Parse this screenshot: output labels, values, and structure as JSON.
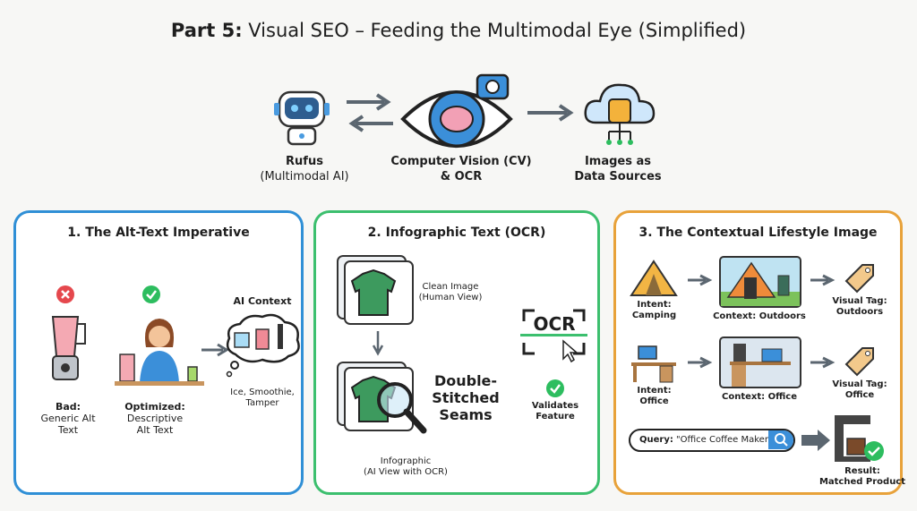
{
  "title": {
    "bold": "Part 5:",
    "rest": " Visual SEO – Feeding the Multimodal Eye (Simplified)"
  },
  "top": {
    "rufus": {
      "name": "Rufus",
      "sub": "(Multimodal AI)"
    },
    "cv": {
      "line1": "Computer Vision (CV)",
      "line2": "& OCR"
    },
    "data": {
      "line1": "Images as",
      "line2": "Data Sources"
    }
  },
  "panel1": {
    "title": "1. The Alt-Text Imperative",
    "bad": [
      "Bad:",
      "Generic Alt",
      "Text"
    ],
    "good": [
      "Optimized:",
      "Descriptive",
      "Alt Text"
    ],
    "context_title": "AI Context",
    "context": [
      "Ice, Smoothie,",
      "Tamper"
    ],
    "color": "#2f8fd6"
  },
  "panel2": {
    "title": "2. Infographic Text (OCR)",
    "clean": [
      "Clean Image",
      "(Human View)"
    ],
    "callout": [
      "Double-",
      "Stitched",
      "Seams"
    ],
    "ocr": "OCR",
    "validates": [
      "Validates",
      "Feature"
    ],
    "infographic": [
      "Infographic",
      "(AI View with OCR)"
    ],
    "color": "#3cbf6e"
  },
  "panel3": {
    "title": "3. The Contextual Lifestyle Image",
    "rows": [
      {
        "intent": [
          "Intent:",
          "Camping"
        ],
        "context": "Context: Outdoors",
        "tag": [
          "Visual Tag:",
          "Outdoors"
        ]
      },
      {
        "intent": [
          "Intent:",
          "Office"
        ],
        "context": "Context: Office",
        "tag": [
          "Visual Tag:",
          "Office"
        ]
      }
    ],
    "query_label": "Query:",
    "query": " \"Office Coffee Maker\"",
    "result": [
      "Result:",
      "Matched Product"
    ],
    "color": "#e8a23a"
  },
  "colors": {
    "red": "#e5484d",
    "green": "#2dbd5f",
    "arrow": "#5b6670",
    "tag": "#f3c98b"
  }
}
